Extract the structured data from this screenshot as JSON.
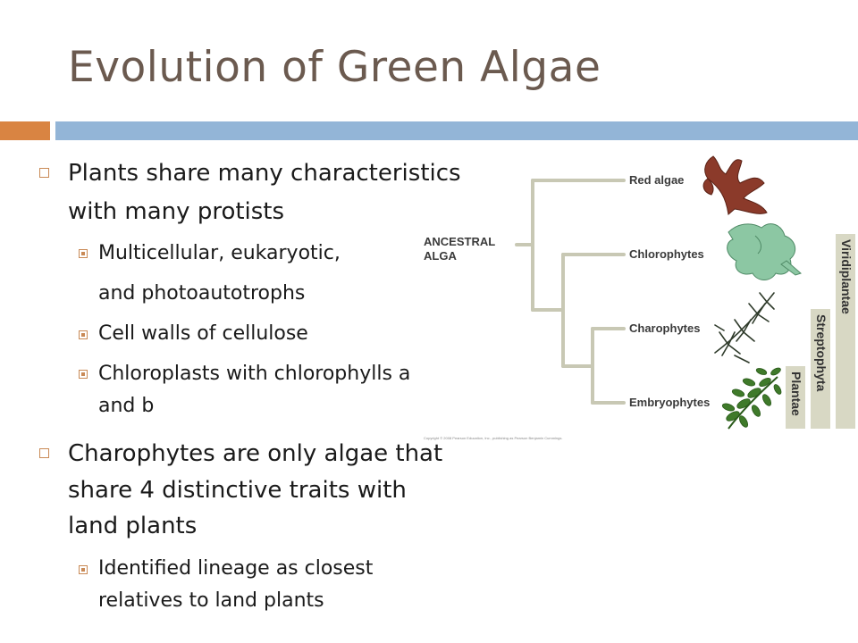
{
  "slide": {
    "title": "Evolution of Green Algae",
    "bullet1": {
      "line1": "Plants share many characteristics",
      "line2": "with many protists",
      "sub": [
        {
          "line1": "Multicellular, eukaryotic,",
          "line2": "and photoautotrophs"
        },
        {
          "line1": "Cell walls of cellulose"
        },
        {
          "line1": "Chloroplasts with chlorophylls a",
          "line2": "and b"
        }
      ]
    },
    "bullet2": {
      "line1": "Charophytes are only algae that",
      "line2": "share 4 distinctive traits with",
      "line3": "land plants",
      "sub": [
        {
          "line1": "Identified lineage as closest",
          "line2": "relatives to land plants"
        }
      ]
    }
  },
  "diagram": {
    "root_label_line1": "ANCESTRAL",
    "root_label_line2": "ALGA",
    "taxa": [
      "Red algae",
      "Chlorophytes",
      "Charophytes",
      "Embryophytes"
    ],
    "clades": [
      "Viridiplantae",
      "Streptophyta",
      "Plantae"
    ],
    "credit": "Copyright © 2008 Pearson Education, Inc., publishing as Pearson Benjamin Cummings."
  },
  "colors": {
    "title": "#6b5a4f",
    "accent_orange": "#d98442",
    "accent_blue": "#93b5d7",
    "bullet": "#c98a56",
    "tree_line": "#c8c8b4",
    "red_alga": "#8b3a2a",
    "green_alga": "#8cc7a3",
    "charophyte": "#2e3a2a",
    "embryophyte": "#3f7a2a",
    "clade_bar": "#d8d8c4"
  }
}
